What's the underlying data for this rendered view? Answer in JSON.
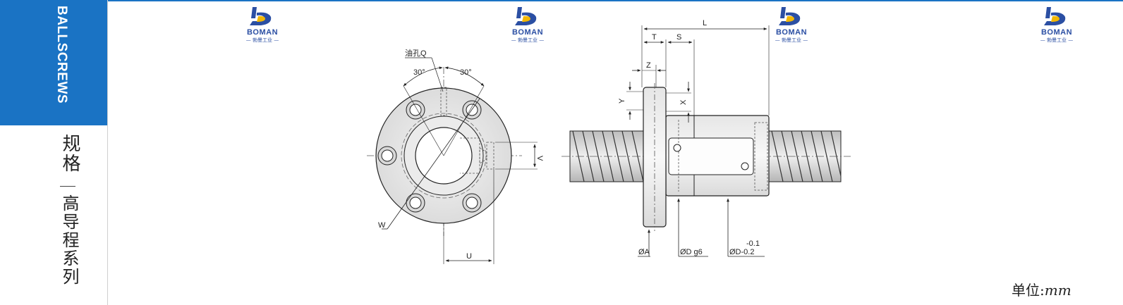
{
  "sidebar": {
    "tab_label": "BALLSCREWS",
    "title": "规格",
    "subtitle": "高导程系列"
  },
  "logo": {
    "brand": "BOMAN",
    "tagline": "— 勃曼工业 —",
    "colors": {
      "blue": "#2b4fa3",
      "gold": "#f2b705"
    }
  },
  "accent_color": "#1a73c4",
  "front_view": {
    "oil_hole": "油孔Q",
    "angle_left": "30°",
    "angle_right": "30°",
    "dim_v": "V",
    "dim_w": "W",
    "dim_u": "U"
  },
  "side_view": {
    "dim_l": "L",
    "dim_t": "T",
    "dim_s": "S",
    "dim_z": "Z",
    "dim_y": "Y",
    "dim_x": "X",
    "dim_a": "ØA",
    "dim_d": "ØD g6",
    "dim_d2_upper": "-0.1",
    "dim_d2_lower": "ØD-0.2"
  },
  "unit": {
    "label": "单位:",
    "value": "mm"
  }
}
